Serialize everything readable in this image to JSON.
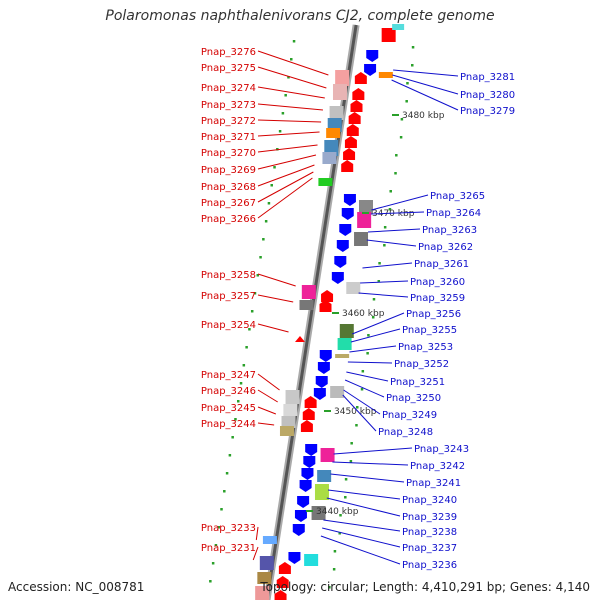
{
  "title": "Polaromonas naphthalenivorans CJ2, complete genome",
  "footer": {
    "accession": "Accession: NC_008781",
    "topology": "Topology: circular; Length: 4,410,291 bp; Genes: 4,140"
  },
  "colors": {
    "left_label": "#d40000",
    "right_label": "#1010cc",
    "plus_strand": "#ff0000",
    "minus_strand": "#0000ff",
    "axis": "#555555",
    "tick": "#2aa02a"
  },
  "scale_labels": [
    "3480 kbp",
    "3470 kbp",
    "3460 kbp",
    "3450 kbp",
    "3440 kbp"
  ],
  "left_labels": [
    "Pnap_3276",
    "Pnap_3275",
    "Pnap_3274",
    "Pnap_3273",
    "Pnap_3272",
    "Pnap_3271",
    "Pnap_3270",
    "Pnap_3269",
    "Pnap_3268",
    "Pnap_3267",
    "Pnap_3266",
    "Pnap_3258",
    "Pnap_3257",
    "Pnap_3254",
    "Pnap_3247",
    "Pnap_3246",
    "Pnap_3245",
    "Pnap_3244",
    "Pnap_3233",
    "Pnap_3231"
  ],
  "right_labels": [
    "Pnap_3281",
    "Pnap_3280",
    "Pnap_3279",
    "Pnap_3265",
    "Pnap_3264",
    "Pnap_3263",
    "Pnap_3262",
    "Pnap_3261",
    "Pnap_3260",
    "Pnap_3259",
    "Pnap_3256",
    "Pnap_3255",
    "Pnap_3253",
    "Pnap_3252",
    "Pnap_3251",
    "Pnap_3250",
    "Pnap_3249",
    "Pnap_3248",
    "Pnap_3243",
    "Pnap_3242",
    "Pnap_3241",
    "Pnap_3240",
    "Pnap_3239",
    "Pnap_3238",
    "Pnap_3237",
    "Pnap_3236"
  ]
}
